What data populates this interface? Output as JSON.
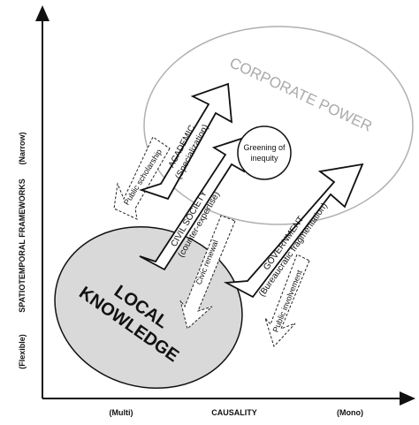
{
  "axes": {
    "x_title": "CAUSALITY",
    "x_low": "(Multi)",
    "x_high": "(Mono)",
    "y_title": "SPATIOTEMPORAL FRAMEWORKS",
    "y_low": "(Flexible)",
    "y_high": "(Narrow)"
  },
  "regions": {
    "corporate_power": "CORPORATE POWER",
    "local_knowledge_line1": "LOCAL",
    "local_knowledge_line2": "KNOWLEDGE"
  },
  "arrows": {
    "academic_line1": "ACADEMIC",
    "academic_line2": "(Specialization)",
    "civil_line1": "CIVIL SOCIETY",
    "civil_line2": "(counter-expertise)",
    "government_line1": "GOVERNMENT",
    "government_line2": "(Bureaucratic fragmentation)"
  },
  "return_arrows": {
    "public_scholarship": "Public scholarship",
    "civic_renewal": "Civic renewal",
    "public_involvement": "Public involvement"
  },
  "center": {
    "line1": "Greening of",
    "line2": "inequity"
  },
  "colors": {
    "corporate_fill": "#ffffff",
    "corporate_stroke": "#b0b0b0",
    "local_fill": "#d9d9d9",
    "line": "#111111"
  }
}
